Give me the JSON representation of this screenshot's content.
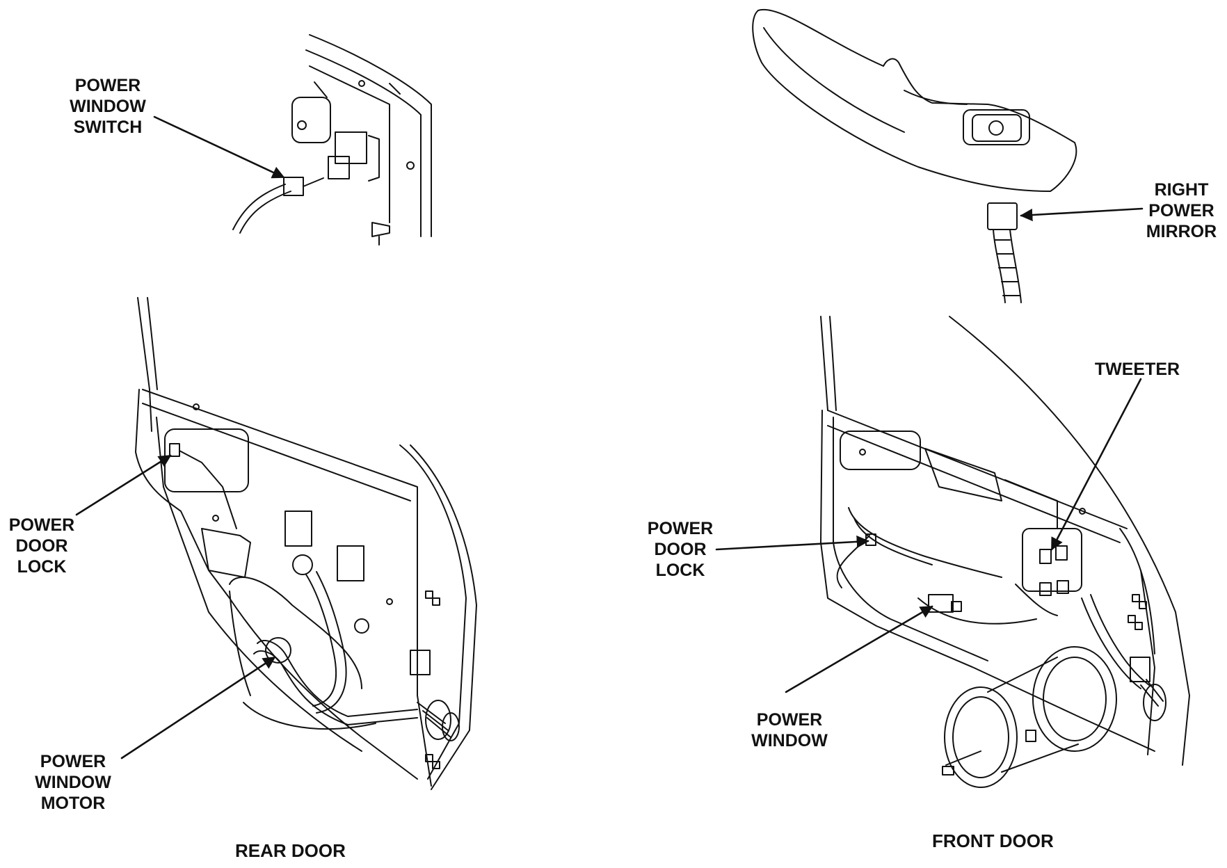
{
  "callouts": {
    "rear_power_window_switch": [
      "POWER",
      "WINDOW",
      "SWITCH"
    ],
    "right_power_mirror": [
      "RIGHT",
      "POWER",
      "MIRROR"
    ],
    "tweeter": [
      "TWEETER"
    ],
    "rear_power_door_lock": [
      "POWER",
      "DOOR",
      "LOCK"
    ],
    "front_power_door_lock": [
      "POWER",
      "DOOR",
      "LOCK"
    ],
    "front_power_window": [
      "POWER",
      "WINDOW"
    ],
    "rear_power_window_motor": [
      "POWER",
      "WINDOW",
      "MOTOR"
    ]
  },
  "captions": {
    "rear": "REAR DOOR",
    "front": "FRONT DOOR"
  }
}
